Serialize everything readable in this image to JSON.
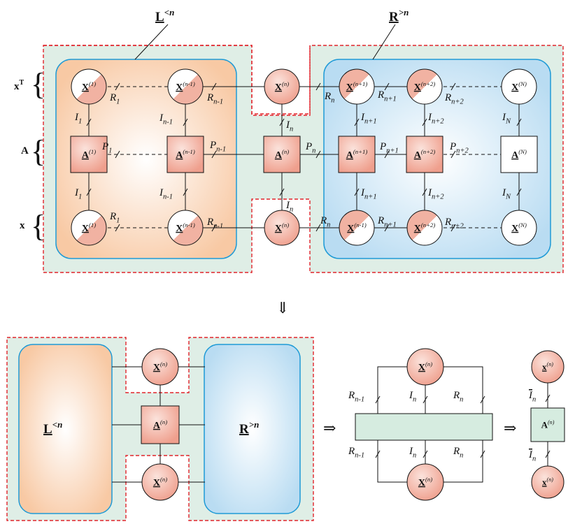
{
  "labels": {
    "left_block": "L",
    "left_block_sup": "<n",
    "right_block": "R",
    "right_block_sup": ">n",
    "row_xt": "x",
    "row_xt_sup": "T",
    "row_a": "A",
    "row_x": "x",
    "down_arrow": "⇓",
    "implies": "⇒"
  },
  "top": {
    "xt_nodes": [
      {
        "base": "X",
        "sup": "(1)"
      },
      {
        "base": "X",
        "sup": "(n-1)"
      },
      {
        "base": "X",
        "sup": "(n)"
      },
      {
        "base": "X",
        "sup": "(n+1)"
      },
      {
        "base": "X",
        "sup": "(n+2)"
      },
      {
        "base": "X",
        "sup": "(N)"
      }
    ],
    "a_nodes": [
      {
        "base": "A",
        "sup": "(1)"
      },
      {
        "base": "A",
        "sup": "(n-1)"
      },
      {
        "base": "A",
        "sup": "(n)"
      },
      {
        "base": "A",
        "sup": "(n+1)"
      },
      {
        "base": "A",
        "sup": "(n+2)"
      },
      {
        "base": "A",
        "sup": "(N)"
      }
    ],
    "x_nodes": [
      {
        "base": "X",
        "sup": "(1)"
      },
      {
        "base": "X",
        "sup": "(n-1)"
      },
      {
        "base": "X",
        "sup": "(n)"
      },
      {
        "base": "X",
        "sup": "(n-1)"
      },
      {
        "base": "X",
        "sup": "(n+2)"
      },
      {
        "base": "X",
        "sup": "(N)"
      }
    ],
    "r_labels": [
      {
        "base": "R",
        "sub": "1"
      },
      {
        "base": "R",
        "sub": "n-1"
      },
      {
        "base": "R",
        "sub": "n"
      },
      {
        "base": "R",
        "sub": "n+1"
      },
      {
        "base": "R",
        "sub": "n+2"
      }
    ],
    "p_labels": [
      {
        "base": "P",
        "sub": "1"
      },
      {
        "base": "P",
        "sub": "n-1"
      },
      {
        "base": "P",
        "sub": "n"
      },
      {
        "base": "P",
        "sub": "n+1"
      },
      {
        "base": "P",
        "sub": "n+2"
      }
    ],
    "i_labels": [
      {
        "base": "I",
        "sub": "1"
      },
      {
        "base": "I",
        "sub": "n-1"
      },
      {
        "base": "I",
        "sub": "n"
      },
      {
        "base": "I",
        "sub": "n+1"
      },
      {
        "base": "I",
        "sub": "n+2"
      },
      {
        "base": "I",
        "sub": "N"
      }
    ]
  },
  "bottom": {
    "xn_node": {
      "base": "X",
      "sup": "(n)"
    },
    "an_node": {
      "base": "A",
      "sup": "(n)"
    },
    "rn1": {
      "base": "R",
      "sub": "n-1"
    },
    "rn": {
      "base": "R",
      "sub": "n"
    },
    "in": {
      "base": "I",
      "sub": "n"
    },
    "small_x": {
      "base": "x",
      "sup": "(n)"
    },
    "abar": {
      "base": "A",
      "sup": "(n)"
    },
    "ibar": {
      "base": "I",
      "sub": "n"
    }
  },
  "colors": {
    "left_fill": "#f8c9a4",
    "right_fill": "#b9dcf2",
    "node_fill": "#f2b1a2",
    "zone_fill": "#dfeee6",
    "zone_border": "#e0232a",
    "block_border": "#1e9ad6"
  }
}
